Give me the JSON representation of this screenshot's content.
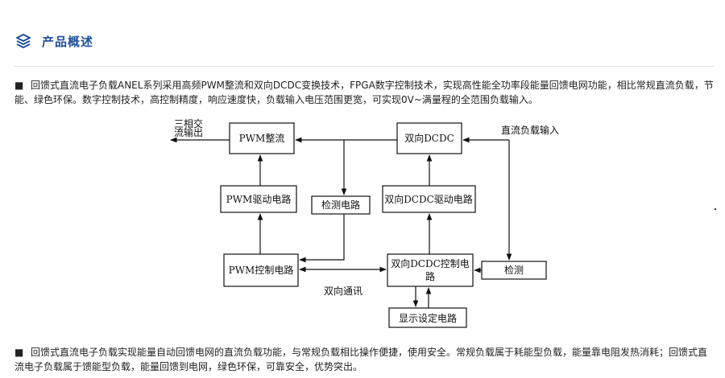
{
  "section": {
    "title": "产品概述",
    "icon": "layers-icon",
    "accent_color": "#1f4e9a"
  },
  "paragraphs": [
    {
      "bullet": "■",
      "text": "回馈式直流电子负载ANEL系列采用高频PWM整流和双向DCDC变换技术，FPGA数字控制技术，实现高性能全功率段能量回馈电网功能，相比常规直流负载，节能、绿色环保。数字控制技术，高控制精度，响应速度快，负载输入电压范围更宽，可实现0V~满量程的全范围负载输入。"
    },
    {
      "bullet": "■",
      "text": "回馈式直流电子负载实现能量自动回馈电网的直流负载功能，与常规负载相比操作便捷，使用安全。常规负载属于耗能型负载，能量靠电阻发热消耗；回馈式直流电子负载属于馈能型负载，能量回馈到电网，绿色环保，可靠安全，优势突出。"
    }
  ],
  "diagram": {
    "labels": {
      "three_phase_1": "三相交",
      "three_phase_2": "流输出",
      "pwm_rect": "PWM整流",
      "bidir_dcdc": "双向DCDC",
      "dc_load_input": "直流负载输入",
      "pwm_drive": "PWM驱动电路",
      "detect_circuit": "检测电路",
      "dcdc_drive": "双向DCDC驱动电路",
      "pwm_control": "PWM控制电路",
      "dcdc_control_1": "双向DCDC控制电",
      "dcdc_control_2": "路",
      "detect": "检测",
      "bidir_comm": "双向通讯",
      "display": "显示设定电路"
    }
  }
}
